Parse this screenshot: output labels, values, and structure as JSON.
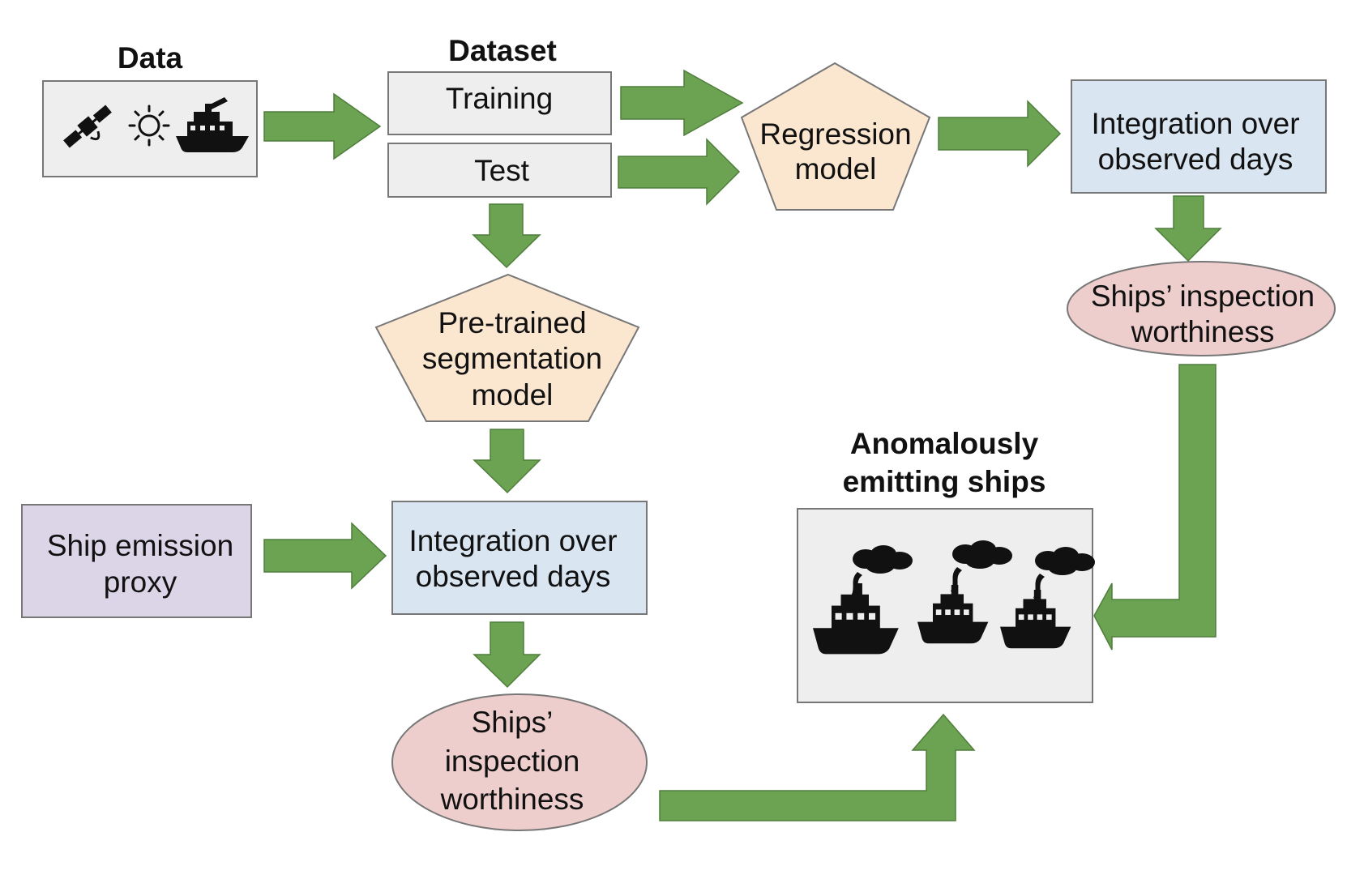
{
  "colors": {
    "arrow": "#6ba352",
    "gray_box": "#eeeeee",
    "blue_box": "#dae5f2",
    "purple_box": "#dcd5e8",
    "pentagon": "#fbe6d0",
    "ellipse": "#eecdcd"
  },
  "data_block": {
    "title": "Data",
    "icons": [
      "satellite-icon",
      "sun-icon",
      "ship-icon"
    ]
  },
  "dataset": {
    "title": "Dataset",
    "training": "Training",
    "test": "Test"
  },
  "regression_model": {
    "line1": "Regression",
    "line2": "model"
  },
  "integration_top": {
    "line1": "Integration over",
    "line2": "observed days"
  },
  "worthiness_right": {
    "line1": "Ships’ inspection",
    "line2": "worthiness"
  },
  "segmentation_model": {
    "line1": "Pre-trained",
    "line2": "segmentation",
    "line3": "model"
  },
  "proxy": {
    "line1": "Ship emission",
    "line2": "proxy"
  },
  "integration_bottom": {
    "line1": "Integration over",
    "line2": "observed days"
  },
  "worthiness_bottom": {
    "line1": "Ships’",
    "line2": "inspection",
    "line3": "worthiness"
  },
  "anomalous": {
    "title_line1": "Anomalously",
    "title_line2": "emitting ships",
    "icons": [
      "emitting-ship-icon",
      "emitting-ship-icon",
      "emitting-ship-icon"
    ]
  }
}
